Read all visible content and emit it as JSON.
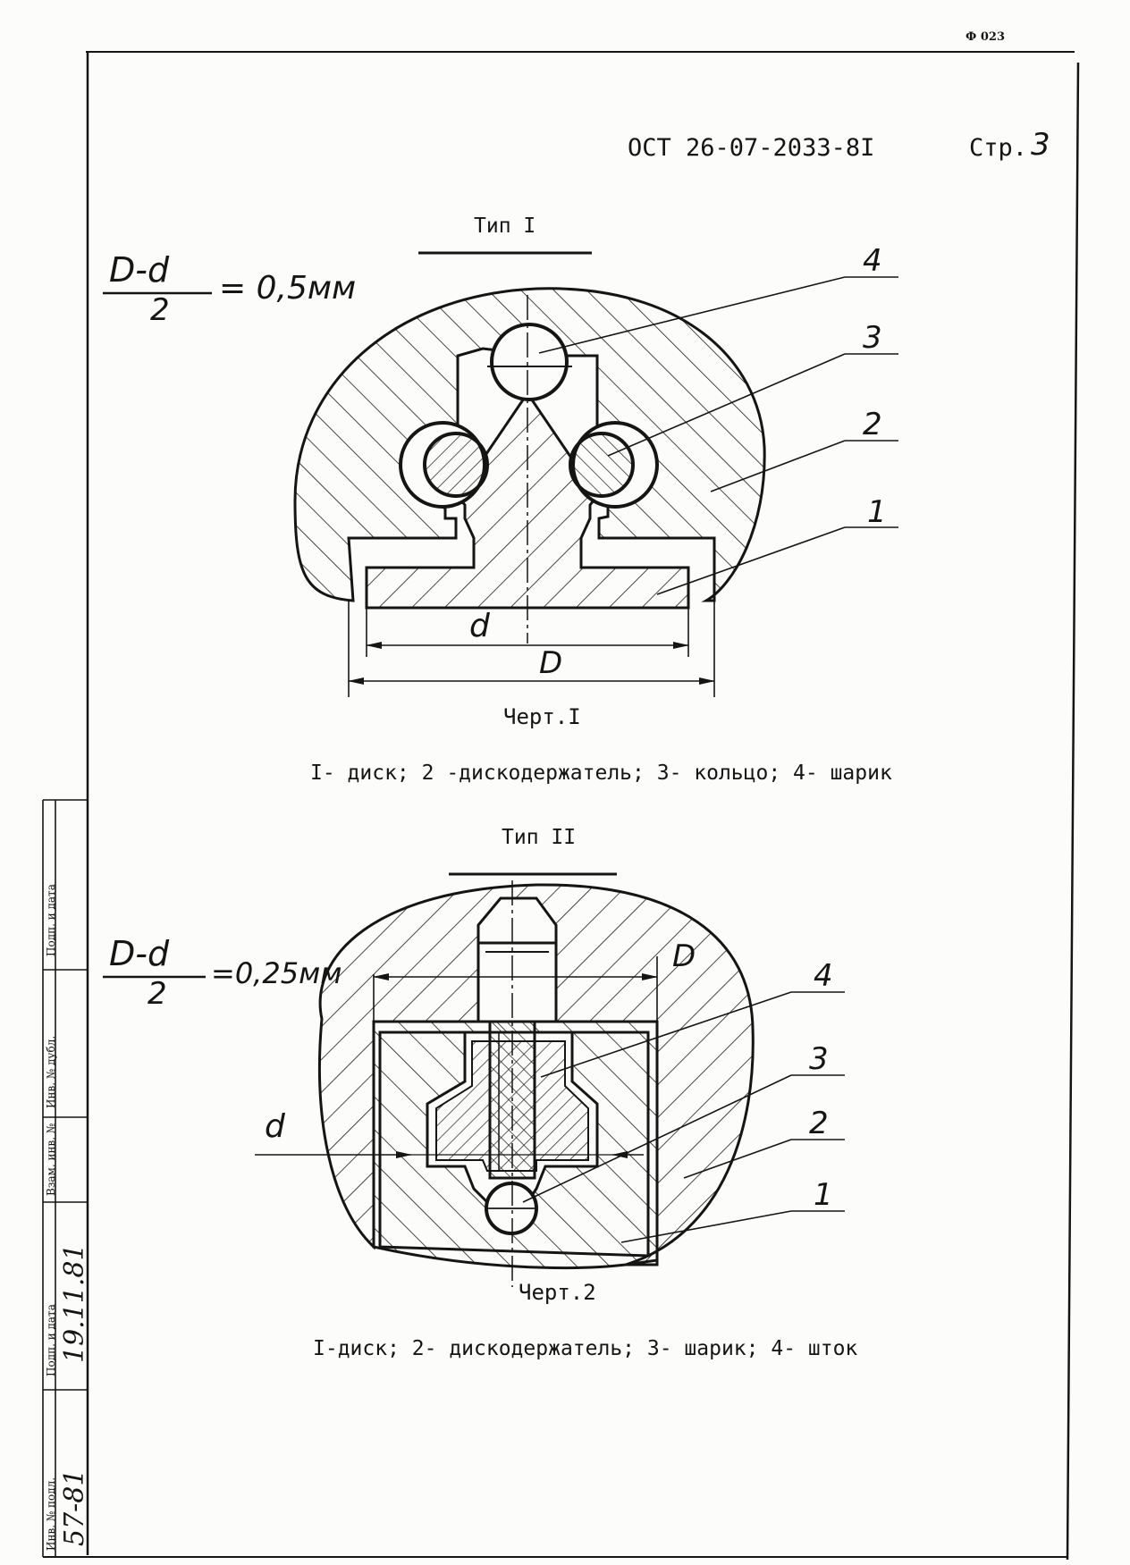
{
  "header": {
    "form_code": "Ф 023",
    "doc_number": "ОСТ 26-07-2033-8I",
    "page_label": "Стр.",
    "page_number": "3"
  },
  "figure1": {
    "type_title": "Тип I",
    "formula_numerator": "D-d",
    "formula_denominator": "2",
    "formula_result": "= 0,5мм",
    "callouts": [
      "4",
      "3",
      "2",
      "1"
    ],
    "dim_inner": "d",
    "dim_outer": "D",
    "caption": "Черт.I",
    "legend": "I- диск; 2 -дискодержатель; 3- кольцо; 4- шарик"
  },
  "figure2": {
    "type_title": "Тип II",
    "formula_numerator": "D-d",
    "formula_denominator": "2",
    "formula_result": "=0,25мм",
    "callouts": [
      "4",
      "3",
      "2",
      "1"
    ],
    "dim_inner": "d",
    "dim_outer": "D",
    "caption": "Черт.2",
    "legend": "I-диск; 2- дискодержатель; 3- шарик; 4- шток"
  },
  "side_stamp": {
    "fields": [
      "Подп. и дата",
      "Инв. № дубл.",
      "Взам. инв. №",
      "Подп. и дата",
      "Инв. № подл."
    ],
    "inv_original": "57-81",
    "date_signed": "19.11.81"
  }
}
